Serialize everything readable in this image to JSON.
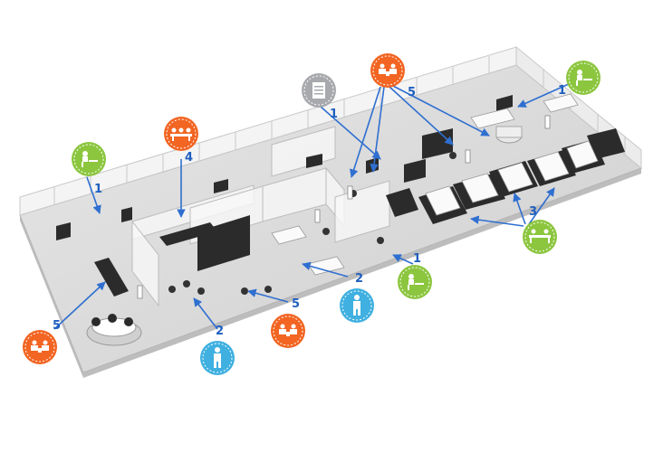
{
  "colors": {
    "arrow": "#2f6fd0",
    "label": "#1f5fbf",
    "green": "#8cc63f",
    "orange": "#f26522",
    "blue": "#3fb0e0",
    "gray": "#a7a9ac",
    "floor": "#dcdcdc",
    "wall": "#f2f2f2",
    "furniture": "#2b2b2b"
  },
  "callouts": [
    {
      "id": "c1",
      "label": "1",
      "color": "green",
      "icon": "person-at-desk-icon"
    },
    {
      "id": "c2",
      "label": "4",
      "color": "orange",
      "icon": "meeting-table-icon"
    },
    {
      "id": "c3",
      "label": "",
      "color": "gray",
      "icon": "document-icon"
    },
    {
      "id": "c4",
      "label": "5",
      "color": "orange",
      "icon": "lounge-meeting-icon"
    },
    {
      "id": "c5",
      "label": "1",
      "color": "green",
      "icon": "person-at-desk-icon"
    },
    {
      "id": "c6",
      "label": "3",
      "color": "green",
      "icon": "two-desks-icon"
    },
    {
      "id": "c7",
      "label": "1",
      "color": "green",
      "icon": "person-at-desk-icon"
    },
    {
      "id": "c8",
      "label": "2",
      "color": "blue",
      "icon": "standing-person-icon"
    },
    {
      "id": "c9",
      "label": "5",
      "color": "orange",
      "icon": "lounge-meeting-icon"
    },
    {
      "id": "c10",
      "label": "2",
      "color": "blue",
      "icon": "standing-person-icon"
    },
    {
      "id": "c11",
      "label": "5",
      "color": "orange",
      "icon": "lounge-meeting-icon"
    },
    {
      "id": "c12",
      "label": "1",
      "color": "gray",
      "icon": "document-icon"
    }
  ]
}
